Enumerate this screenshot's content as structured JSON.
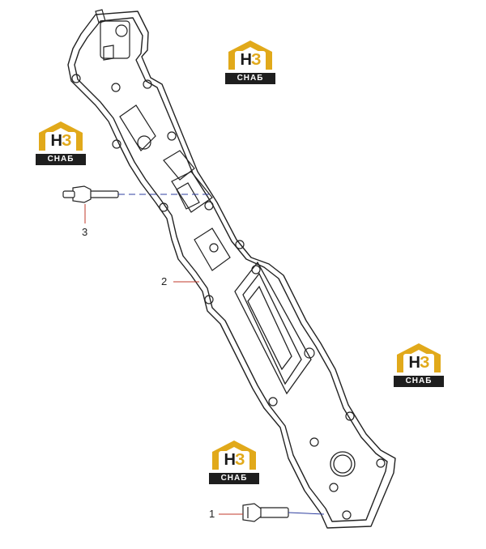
{
  "callouts": {
    "c1": "1",
    "c2": "2",
    "c3": "3"
  },
  "logo": {
    "letter_h": "Н",
    "letter_z": "З",
    "subtitle": "СНАБ"
  },
  "colors": {
    "logo_yellow": "#e1a91a",
    "logo_dark": "#1e1e1e",
    "leader_red": "#c0392b",
    "leader_blue": "#2f3fa0",
    "line_art": "#222222"
  }
}
